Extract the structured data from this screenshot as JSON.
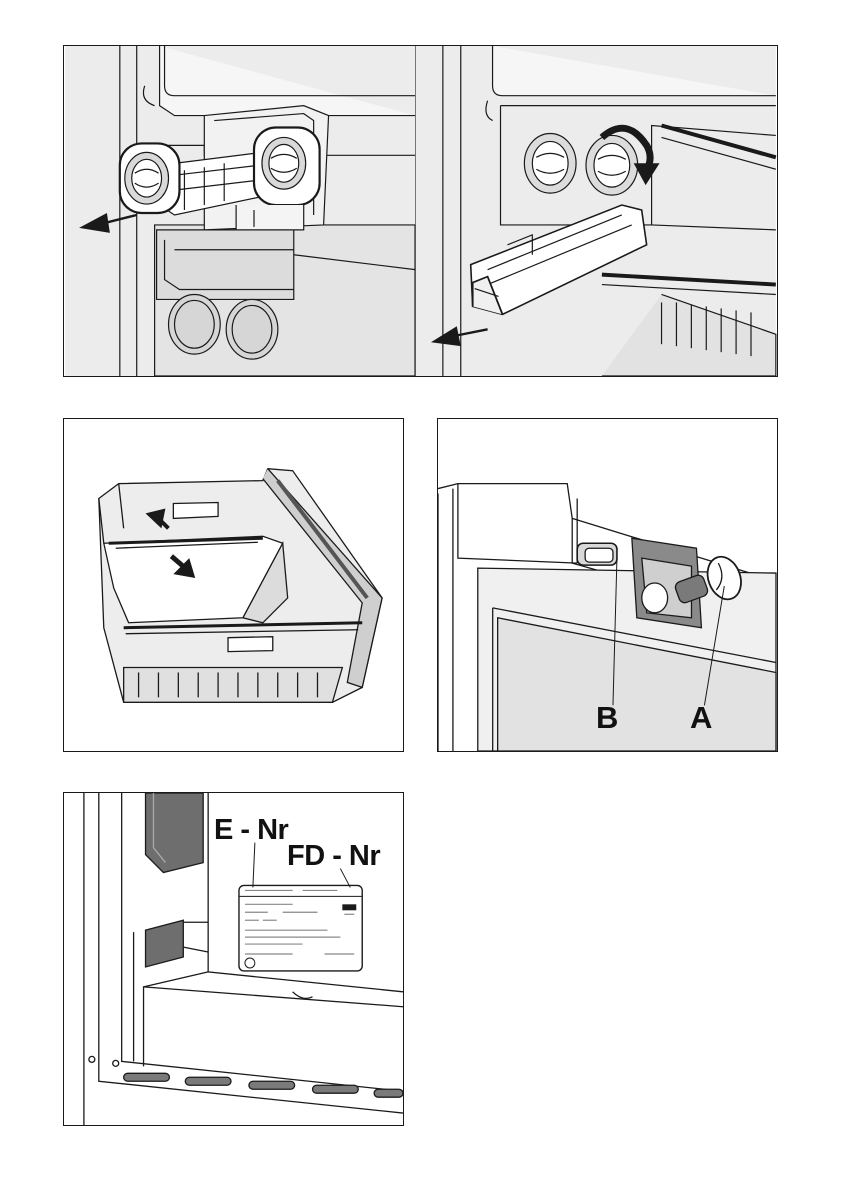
{
  "figures": {
    "lamp_figure": {
      "label_b": "B",
      "label_a": "A"
    },
    "rating_plate_figure": {
      "label_e_nr": "E - Nr",
      "label_fd_nr": "FD - Nr"
    }
  },
  "colors": {
    "line": "#1a1a1a",
    "shade_light": "#e6e6e6",
    "shade_mid": "#cfcfcf",
    "shade_dark": "#7a7a7a"
  }
}
